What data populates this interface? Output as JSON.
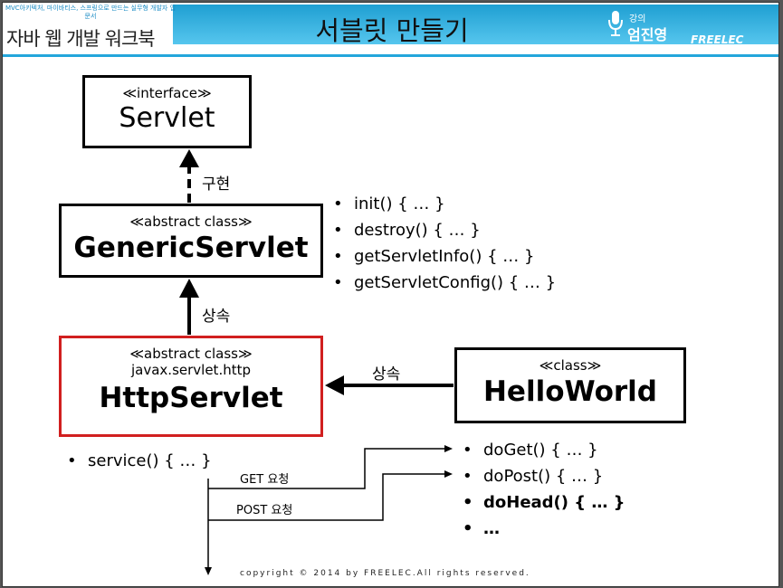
{
  "header": {
    "tagline": "MVC아키텍처, 마이바티스, 스프링으로 만드는 실무형 개발자 입문서",
    "book_title": "자바 웹 개발 워크북",
    "slide_title": "서블릿 만들기",
    "lecture_label": "강의",
    "lecturer": "엄진영",
    "brand": "FREELEC"
  },
  "diagram": {
    "servlet": {
      "stereotype": "≪interface≫",
      "name": "Servlet"
    },
    "generic": {
      "stereotype": "≪abstract class≫",
      "name": "GenericServlet"
    },
    "http": {
      "stereotype": "≪abstract class≫",
      "package": "javax.servlet.http",
      "name": "HttpServlet"
    },
    "hello": {
      "stereotype": "≪class≫",
      "name": "HelloWorld"
    },
    "edge_implements": "구현",
    "edge_extends_generic": "상속",
    "edge_extends_hello": "상속",
    "get_request": "GET 요청",
    "post_request": "POST 요청",
    "generic_methods": [
      "init() { … }",
      "destroy() { … }",
      "getServletInfo() { … }",
      "getServletConfig() { … }"
    ],
    "service_method": "service() { … }",
    "http_methods": [
      "doGet() { … }",
      "doPost() { … }",
      "doHead() { … }",
      "…"
    ],
    "bullet": "•"
  },
  "footer": {
    "copyright": "copyright © 2014 by FREELEC.All rights reserved."
  }
}
